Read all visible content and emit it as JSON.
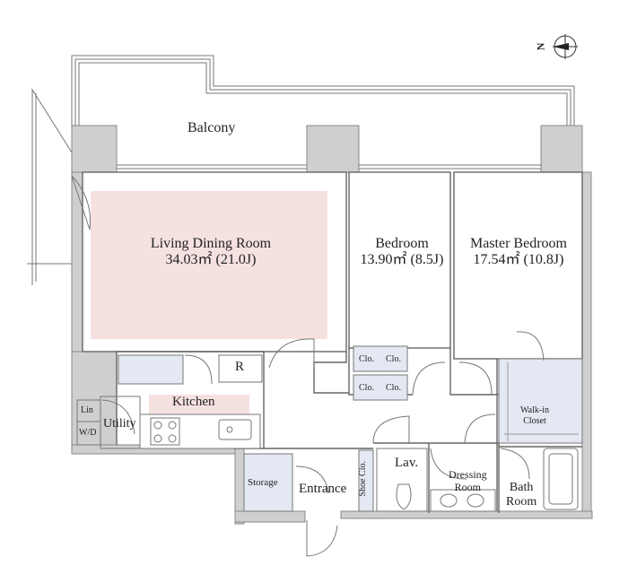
{
  "compass": {
    "label": "N",
    "icon": "north-arrow-icon"
  },
  "rooms": {
    "balcony": {
      "label": "Balcony"
    },
    "living": {
      "label": "Living Dining Room",
      "area": "34.03㎡  (21.0J)"
    },
    "bedroom": {
      "label": "Bedroom",
      "area": "13.90㎡  (8.5J)"
    },
    "master": {
      "label": "Master Bedroom",
      "area": "17.54㎡  (10.8J)"
    },
    "kitchen": {
      "label": "Kitchen"
    },
    "fridge": {
      "label": "R"
    },
    "utility": {
      "label": "Utility"
    },
    "lin": {
      "label": "Lin"
    },
    "wd": {
      "label": "W/D"
    },
    "storage": {
      "label": "Storage"
    },
    "entrance": {
      "label": "Entrance"
    },
    "shoe": {
      "label": "Shoe Clo."
    },
    "lav": {
      "label": "Lav."
    },
    "dressing": {
      "label": "Dressing\nRoom"
    },
    "bath": {
      "label": "Bath\nRoom"
    },
    "walkin": {
      "label": "Walk-in\nCloset"
    },
    "clo": {
      "label": "Clo."
    }
  },
  "colors": {
    "wall": "#cfcfcf",
    "line": "#555555",
    "living_fill": "#f6e1e1",
    "closet_fill": "#e3e8f2"
  }
}
